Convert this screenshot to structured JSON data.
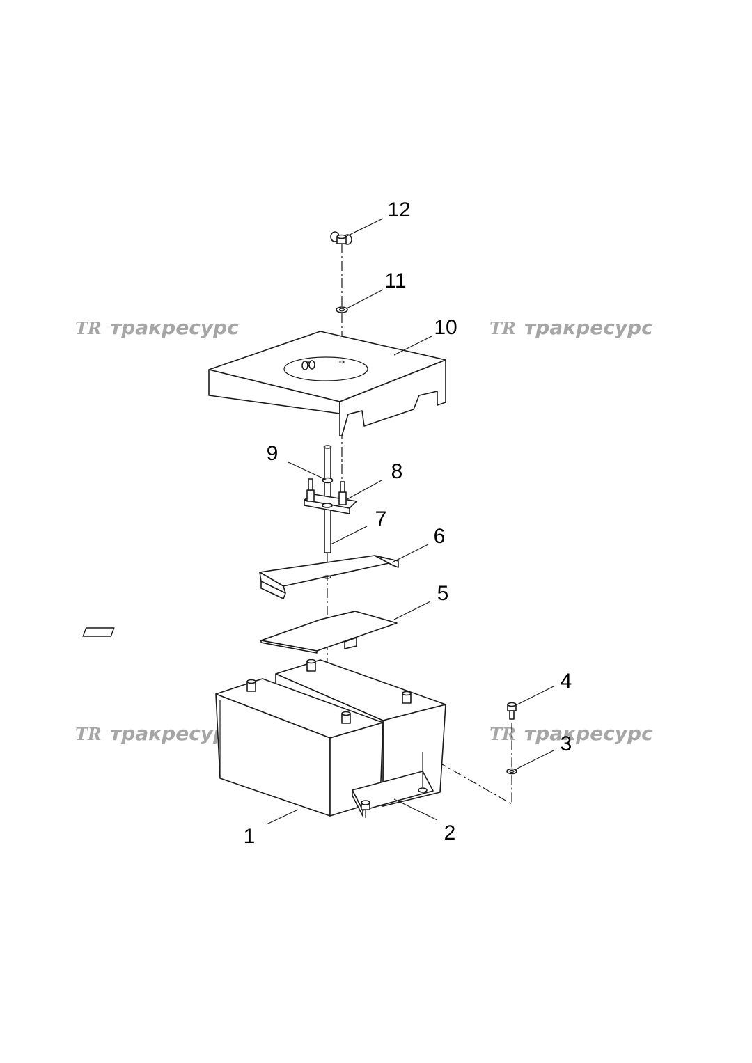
{
  "watermark": {
    "logo": "TR",
    "text": "тракресурс"
  },
  "callouts": [
    "1",
    "2",
    "3",
    "4",
    "5",
    "6",
    "7",
    "8",
    "9",
    "10",
    "11",
    "12"
  ]
}
